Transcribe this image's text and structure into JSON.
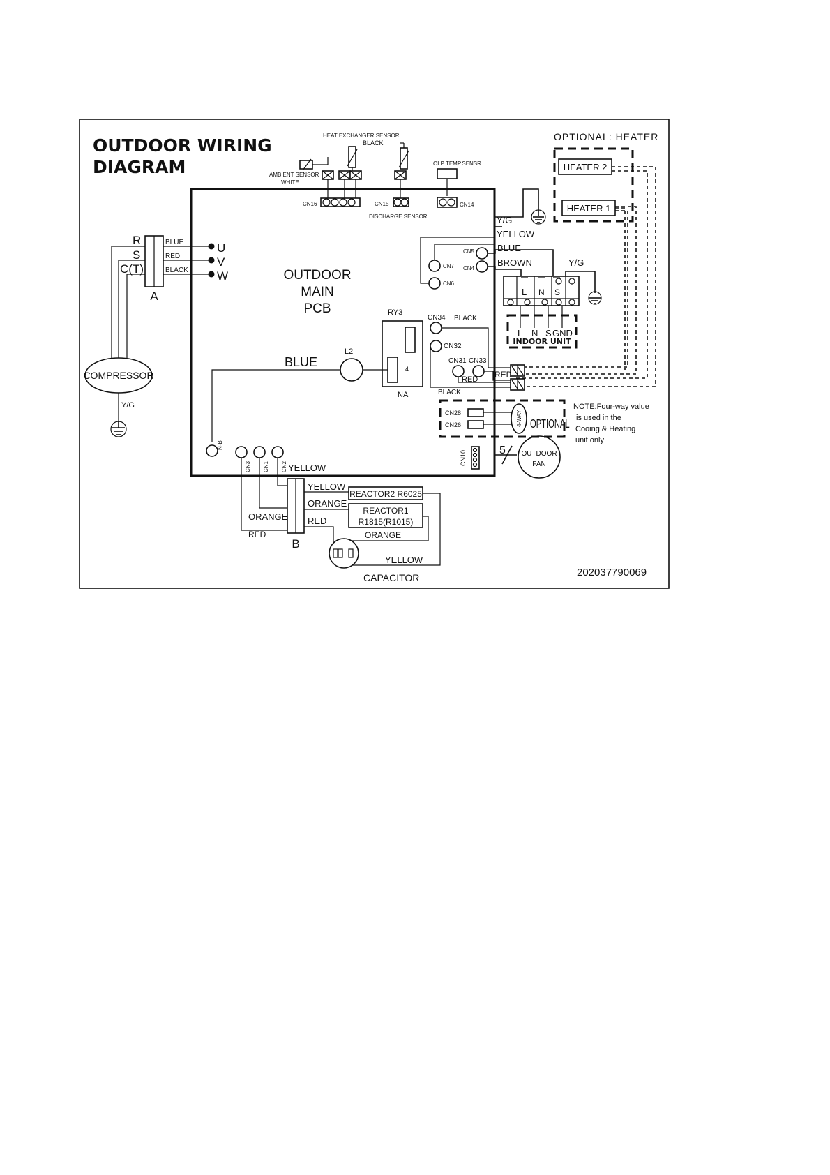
{
  "title": {
    "line1": "OUTDOOR WIRING",
    "line2": "DIAGRAM"
  },
  "doc_code": "202037790069",
  "pcb": {
    "line1": "OUTDOOR",
    "line2": "MAIN",
    "line3": "PCB"
  },
  "sensors": {
    "heat_exchanger": "HEAT EXCHANGER SENSOR",
    "heat_exchanger_color": "BLACK",
    "ambient": "AMBIENT SENSOR",
    "ambient_color": "WHITE",
    "olp": "OLP TEMP.SENSR",
    "discharge": "DISCHARGE SENSOR"
  },
  "connectors": {
    "cn16": "CN16",
    "cn15": "CN15",
    "cn14": "CN14",
    "cn5": "CN5",
    "cn4": "CN4",
    "cn7": "CN7",
    "cn6": "CN6",
    "cn34": "CN34",
    "cn32": "CN32",
    "cn31": "CN31",
    "cn33": "CN33",
    "cn28": "CN28",
    "cn26": "CN26",
    "cn10": "CN10",
    "cn3": "CN3",
    "cn1": "CN1",
    "cn2": "CN2",
    "nb": "N-B"
  },
  "optional_heater": {
    "title": "OPTIONAL: HEATER",
    "heater2": "HEATER 2",
    "heater1": "HEATER 1"
  },
  "wires": {
    "yg_top": "Y/G",
    "yellow_top": "YELLOW",
    "blue_cn5": "BLUE",
    "brown_cn4": "BROWN",
    "yg_terminal": "Y/G",
    "black_cn34": "BLACK",
    "red_cn33": "RED",
    "red_cn31": "RED",
    "black_cn31": "BLACK",
    "blue_l2": "BLUE",
    "yellow_cn2": "YELLOW",
    "yellow_b": "YELLOW",
    "orange_b": "ORANGE",
    "red_b": "RED",
    "orange_left": "ORANGE",
    "red_left": "RED",
    "orange_reactor": "ORANGE",
    "yellow_cap": "YELLOW",
    "blue_u": "BLUE",
    "red_v": "RED",
    "black_w": "BLACK",
    "yg_comp": "Y/G",
    "num5": "5"
  },
  "compressor": {
    "label": "COMPRESSOR",
    "r": "R",
    "s": "S",
    "c_t": "C(T)",
    "u": "U",
    "v": "V",
    "w": "W",
    "block_a": "A"
  },
  "relay": {
    "name": "RY3",
    "pin": "4",
    "na": "NA"
  },
  "l2": "L2",
  "terminal": {
    "l": "L",
    "n": "N",
    "s": "S"
  },
  "indoor": {
    "l": "L",
    "n": "N",
    "s": "S",
    "gnd": "GND",
    "caption": "INDOOR UNIT"
  },
  "four_way": {
    "valve": "4-WAY",
    "optional": "OPTIONAL",
    "note_line1": "NOTE:Four-way value",
    "note_line2": "is used in the",
    "note_line3": "Cooing & Heating",
    "note_line4": "unit only"
  },
  "fan": {
    "line1": "OUTDOOR",
    "line2": "FAN"
  },
  "reactor2": "REACTOR2 R6025",
  "reactor1": {
    "line1": "REACTOR1",
    "line2": "R1815(R1015)"
  },
  "block_b": "B",
  "capacitor": "CAPACITOR"
}
